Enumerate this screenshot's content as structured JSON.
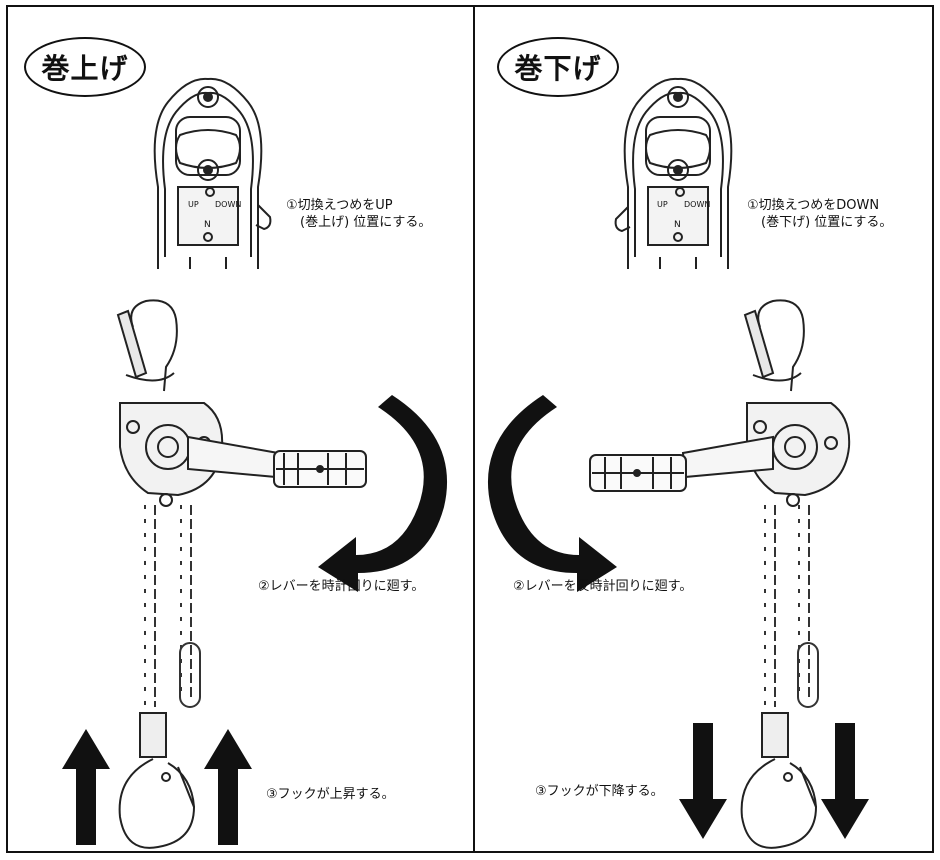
{
  "left_panel": {
    "title": "巻上げ",
    "step1_line1": "①切換えつめをUP",
    "step1_line2": "(巻上げ) 位置にする。",
    "step2": "②レバーを時計回りに廻す。",
    "step3": "③フックが上昇する。",
    "selector_labels": {
      "up": "UP",
      "down": "DOWN",
      "neutral": "N"
    }
  },
  "right_panel": {
    "title": "巻下げ",
    "step1_line1": "①切換えつめをDOWN",
    "step1_line2": "(巻下げ) 位置にする。",
    "step2": "②レバーを反時計回りに廻す。",
    "step3": "③フックが下降する。",
    "selector_labels": {
      "up": "UP",
      "down": "DOWN",
      "neutral": "N"
    }
  }
}
